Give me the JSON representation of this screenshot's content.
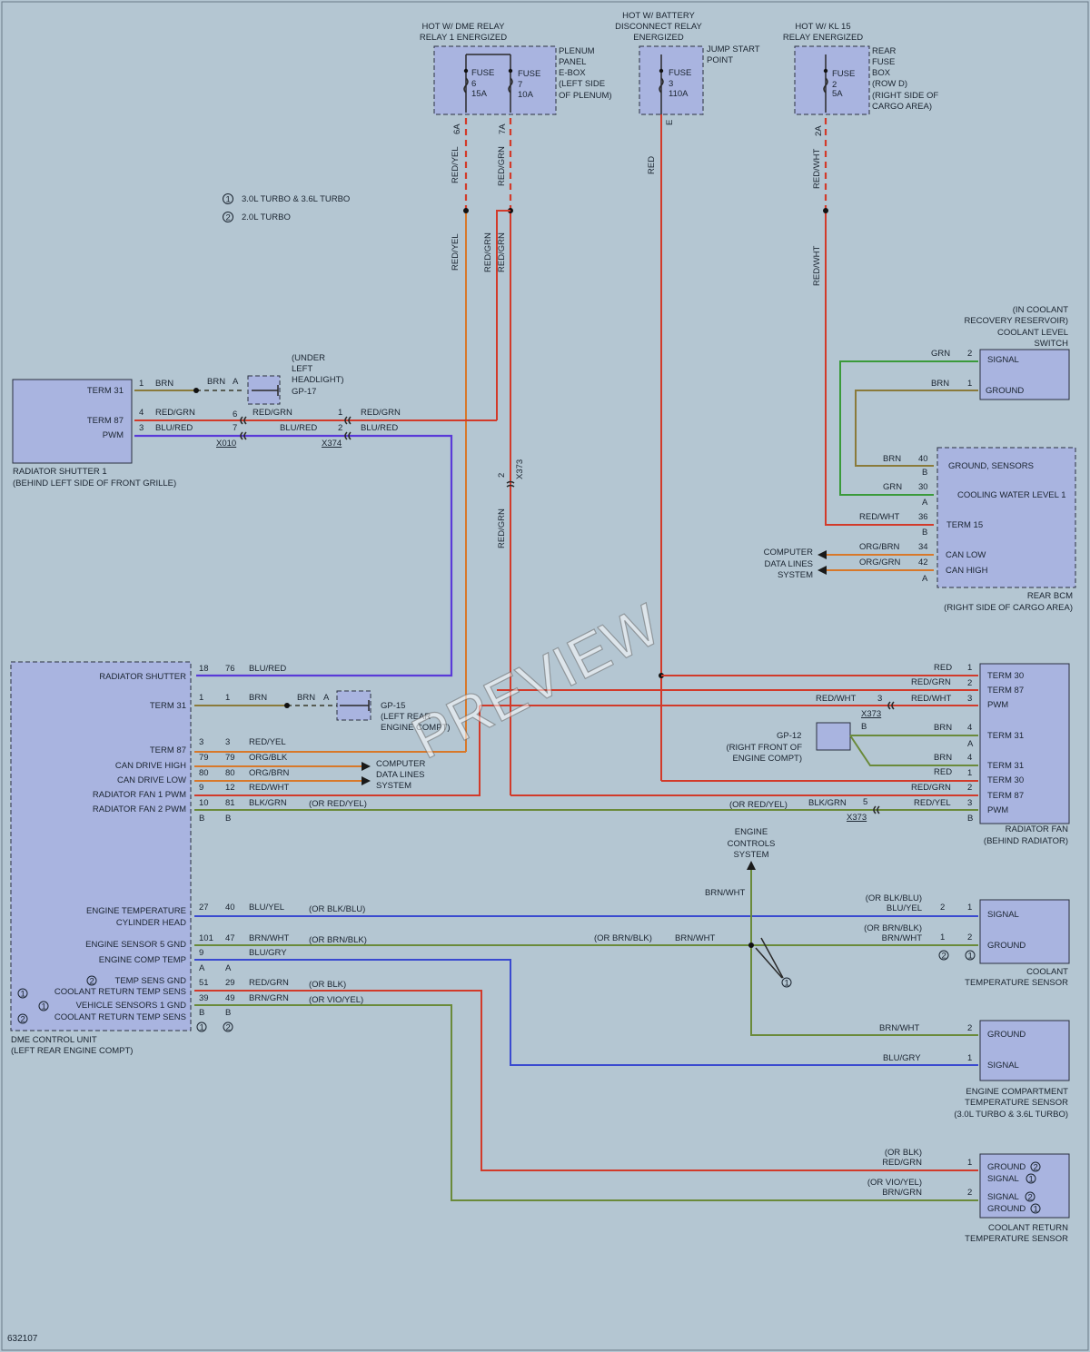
{
  "legend": {
    "opt1": "3.0L TURBO & 3.6L TURBO",
    "opt2": "2.0L TURBO"
  },
  "fuse_top": {
    "dme_relay_title_1": "HOT W/ DME RELAY",
    "dme_relay_title_2": "RELAY 1 ENERGIZED",
    "fuse6_l1": "FUSE",
    "fuse6_l2": "6",
    "fuse6_l3": "15A",
    "fuse7_l1": "FUSE",
    "fuse7_l2": "7",
    "fuse7_l3": "10A",
    "plenum_l1": "PLENUM",
    "plenum_l2": "PANEL",
    "plenum_l3": "E-BOX",
    "plenum_l4": "(LEFT SIDE",
    "plenum_l5": "OF PLENUM)",
    "pin6a": "6A",
    "pin7a": "7A",
    "bat_title_1": "HOT W/ BATTERY",
    "bat_title_2": "DISCONNECT RELAY",
    "bat_title_3": "ENERGIZED",
    "fuse3_l1": "FUSE",
    "fuse3_l2": "3",
    "fuse3_l3": "110A",
    "jump_l1": "JUMP START",
    "jump_l2": "POINT",
    "pin_e": "E",
    "kl15_title_1": "HOT W/ KL 15",
    "kl15_title_2": "RELAY ENERGIZED",
    "fuse2_l1": "FUSE",
    "fuse2_l2": "2",
    "fuse2_l3": "5A",
    "rear_l1": "REAR",
    "rear_l2": "FUSE",
    "rear_l3": "BOX",
    "rear_l4": "(ROW D)",
    "rear_l5": "(RIGHT SIDE OF",
    "rear_l6": "CARGO AREA)",
    "pin2a": "2A"
  },
  "wires": {
    "red_yel": "RED/YEL",
    "red_grn": "RED/GRN",
    "red": "RED",
    "red_wht": "RED/WHT",
    "brn": "BRN",
    "grn": "GRN",
    "blu_red": "BLU/RED",
    "org_brn": "ORG/BRN",
    "org_grn": "ORG/GRN",
    "org_blk": "ORG/BLK",
    "blk_grn": "BLK/GRN",
    "blu_yel": "BLU/YEL",
    "brn_wht": "BRN/WHT",
    "blu_gry": "BLU/GRY",
    "brn_grn": "BRN/GRN",
    "or_red_yel": "(OR RED/YEL)",
    "or_blk_blu": "(OR BLK/BLU)",
    "or_brn_blk": "(OR BRN/BLK)",
    "or_blk": "(OR BLK)",
    "or_vio_yel": "(OR VIO/YEL)"
  },
  "connectors": {
    "x010": "X010",
    "x374": "X374",
    "x373": "X373",
    "gp17": "GP-17",
    "gp15": "GP-15",
    "gp12": "GP-12"
  },
  "shutter": {
    "term31": "TERM 31",
    "term87": "TERM 87",
    "pwm": "PWM",
    "name": "RADIATOR SHUTTER 1",
    "loc": "(BEHIND LEFT SIDE OF FRONT GRILLE)",
    "gp17_l1": "(UNDER",
    "gp17_l2": "LEFT",
    "gp17_l3": "HEADLIGHT)"
  },
  "coolant_level": {
    "h1": "(IN COOLANT",
    "h2": "RECOVERY RESERVOIR)",
    "h3": "COOLANT LEVEL",
    "h4": "SWITCH",
    "signal": "SIGNAL",
    "ground": "GROUND"
  },
  "bcm": {
    "ground_sensors": "GROUND, SENSORS",
    "cooling_water": "COOLING WATER LEVEL 1",
    "term15": "TERM 15",
    "can_low": "CAN LOW",
    "can_high": "CAN HIGH",
    "name": "REAR BCM",
    "loc": "(RIGHT SIDE OF CARGO AREA)",
    "cdl_l1": "COMPUTER",
    "cdl_l2": "DATA LINES",
    "cdl_l3": "SYSTEM"
  },
  "dme": {
    "radiator_shutter": "RADIATOR SHUTTER",
    "term31": "TERM 31",
    "term87": "TERM 87",
    "can_high": "CAN DRIVE HIGH",
    "can_low": "CAN DRIVE LOW",
    "fan1": "RADIATOR FAN 1 PWM",
    "fan2": "RADIATOR FAN 2 PWM",
    "eng_temp_1": "ENGINE TEMPERATURE",
    "eng_temp_2": "CYLINDER HEAD",
    "sensor5": "ENGINE SENSOR 5 GND",
    "comp_temp": "ENGINE COMP TEMP",
    "temp_sens_gnd": "TEMP SENS GND",
    "coolant_ret_1": "COOLANT RETURN TEMP SENS",
    "veh_sens": "VEHICLE SENSORS 1 GND",
    "coolant_ret_2": "COOLANT RETURN TEMP SENS",
    "name": "DME CONTROL UNIT",
    "loc": "(LEFT REAR ENGINE COMPT)",
    "cdl_l1": "COMPUTER",
    "cdl_l2": "DATA LINES",
    "cdl_l3": "SYSTEM",
    "gp15_l1": "(LEFT REAR",
    "gp15_l2": "ENGINE COMPT)"
  },
  "fan": {
    "term30": "TERM 30",
    "term87": "TERM 87",
    "pwm": "PWM",
    "term31": "TERM 31",
    "name": "RADIATOR FAN",
    "loc": "(BEHIND RADIATOR)",
    "gp12_l1": "(RIGHT FRONT OF",
    "gp12_l2": "ENGINE COMPT)"
  },
  "ecs": {
    "l1": "ENGINE",
    "l2": "CONTROLS",
    "l3": "SYSTEM"
  },
  "cts": {
    "signal": "SIGNAL",
    "ground": "GROUND",
    "name1": "COOLANT",
    "name2": "TEMPERATURE SENSOR"
  },
  "ects": {
    "ground": "GROUND",
    "signal": "SIGNAL",
    "name1": "ENGINE COMPARTMENT",
    "name2": "TEMPERATURE SENSOR",
    "name3": "(3.0L TURBO & 3.6L TURBO)"
  },
  "crts": {
    "ground": "GROUND",
    "signal": "SIGNAL",
    "name1": "COOLANT RETURN",
    "name2": "TEMPERATURE SENSOR"
  },
  "pins": {
    "p1": "1",
    "p2": "2",
    "p3": "3",
    "p4": "4",
    "p5": "5",
    "p6": "6",
    "p7": "7",
    "p9": "9",
    "p10": "10",
    "p12": "12",
    "p18": "18",
    "p27": "27",
    "p29": "29",
    "p30": "30",
    "p34": "34",
    "p36": "36",
    "p39": "39",
    "p40": "40",
    "p42": "42",
    "p47": "47",
    "p49": "49",
    "p51": "51",
    "p76": "76",
    "p79": "79",
    "p80": "80",
    "p81": "81",
    "p101": "101",
    "a": "A",
    "b": "B"
  },
  "watermark": "PREVIEW",
  "page_number": "632107"
}
